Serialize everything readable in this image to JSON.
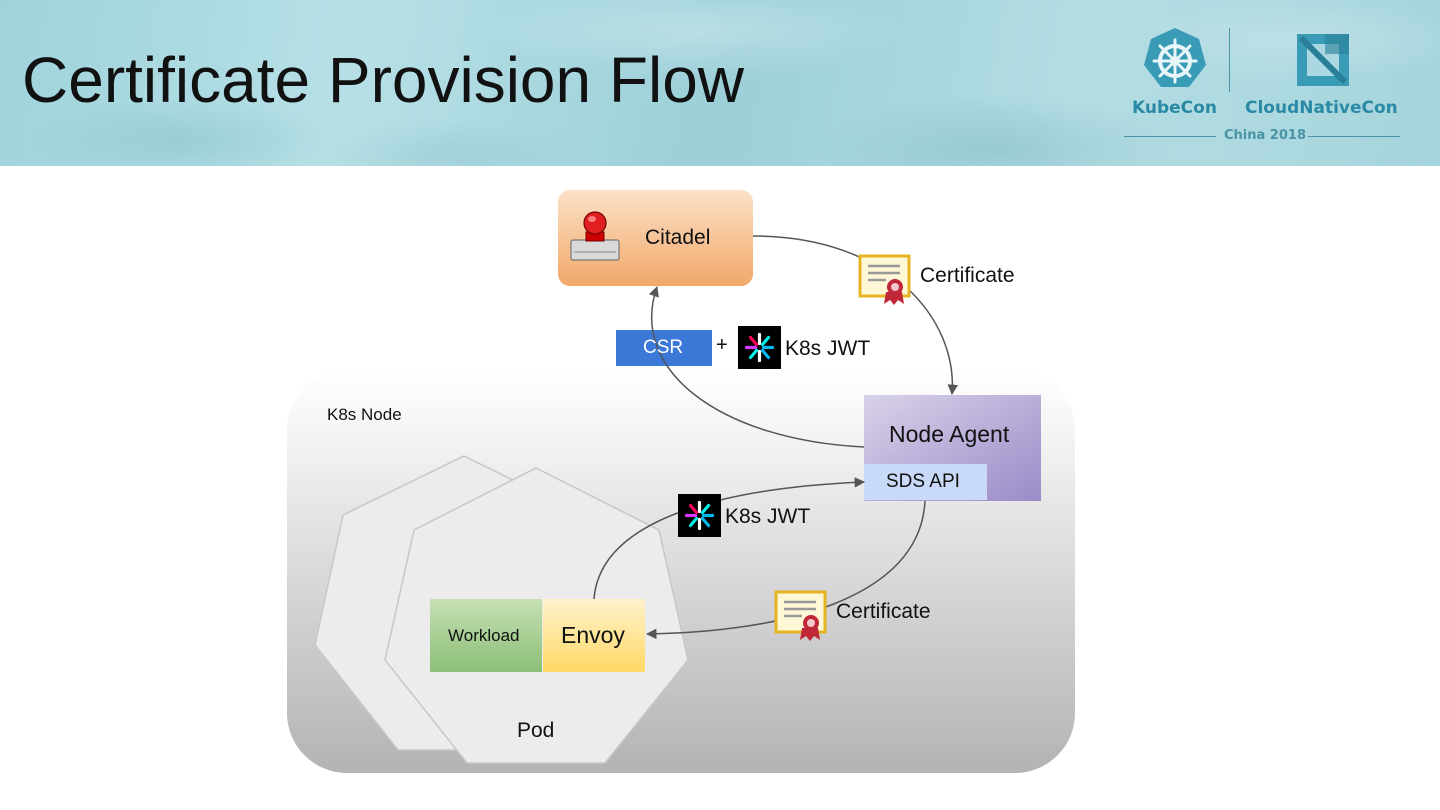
{
  "slide": {
    "title": "Certificate Provision Flow"
  },
  "logo": {
    "left_text": "KubeCon",
    "right_text": "CloudNativeCon",
    "event": "China 2018"
  },
  "diagram": {
    "citadel_label": "Citadel",
    "certificate_top_label": "Certificate",
    "csr_label": "CSR",
    "plus_label": "+",
    "jwt_top_label": "K8s JWT",
    "node_label": "K8s Node",
    "node_agent_label": "Node Agent",
    "sds_api_label": "SDS API",
    "jwt_bottom_label": "K8s JWT",
    "certificate_bottom_label": "Certificate",
    "workload_label": "Workload",
    "envoy_label": "Envoy",
    "pod_label": "Pod"
  },
  "colors": {
    "citadel_fill": "#f1a869",
    "csr_fill": "#3c78d8",
    "node_agent_fill": "#b4a7d6",
    "sds_fill": "#c9daf8",
    "workload_fill": "#93c47d",
    "envoy_fill": "#ffe599",
    "node_bg": "#cccccc"
  }
}
